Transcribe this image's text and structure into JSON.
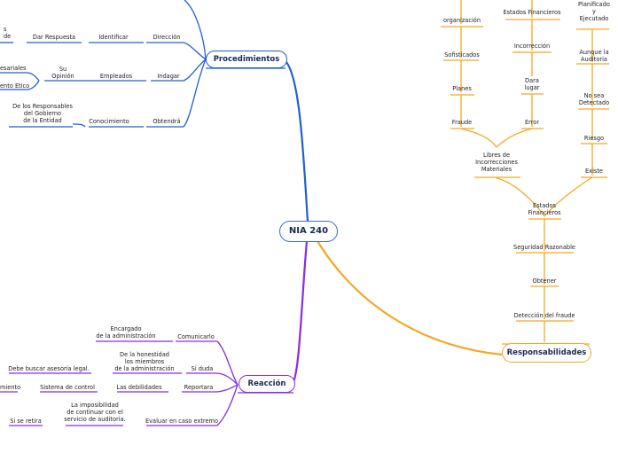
{
  "root": "NIA 240",
  "branches": {
    "procedimientos": {
      "title": "Procedimientos",
      "color": "#1f5fd4",
      "items": {
        "direccion": "Dirección",
        "identificar": "Identificar",
        "dar_respuesta": "Dar Respuesta",
        "cut_top": "s\nde",
        "indagar": "Indagar",
        "empleados": "Empleados",
        "su_opinion": "Su\nOpinión",
        "empresariales": "esariales",
        "etico": "ento Etico",
        "obtendra": "Obtendrá",
        "conocimiento": "Conocimiento",
        "responsables": "De los Responsables\ndel Gobierno\nde la Entidad"
      }
    },
    "reaccion": {
      "title": "Reacción",
      "color": "#8a2be2",
      "items": {
        "comunicarlo": "Comunicarlo",
        "encargado": "Encargado\nde la administración",
        "si_duda": "Si duda",
        "honestidad": "De la honestidad\nlos miembros\nde la administración",
        "asesoria": "Debe buscar asesoría legal.",
        "reportara": "Reportara",
        "debilidades": "Las debilidades",
        "sistema": "Sistema de control",
        "miento": "miento",
        "evaluar": "Evaluar en caso extremo",
        "imposibilidad": "La imposibilidad\nde continuar con el\nservicio de auditoria.",
        "si_retira": "Si se retira"
      }
    },
    "responsabilidades": {
      "title": "Responsabilidades",
      "color": "#f5a623",
      "items": {
        "deteccion": "Detección del fraude",
        "obtener": "Obtener",
        "seguridad": "Seguridad Razonable",
        "estados": "Estados\nFinancieros",
        "libres": "Libres de\nIncorrecciones\nMateriales",
        "existe": "Existe",
        "riesgo": "Riesgo",
        "no_sea": "No sea\nDetectado",
        "aunque": "Aunque la\nAuditoria",
        "planificado": "Planificado\ny\nEjecutado",
        "fraude": "Fraude",
        "planes": "Planes",
        "sofisticados": "Sofisticados",
        "organizacion": "organización",
        "error": "Error",
        "dara_lugar": "Dara\nlugar",
        "incorreccion": "Incorrección",
        "estados_fin": "Estados Financieros"
      }
    }
  }
}
